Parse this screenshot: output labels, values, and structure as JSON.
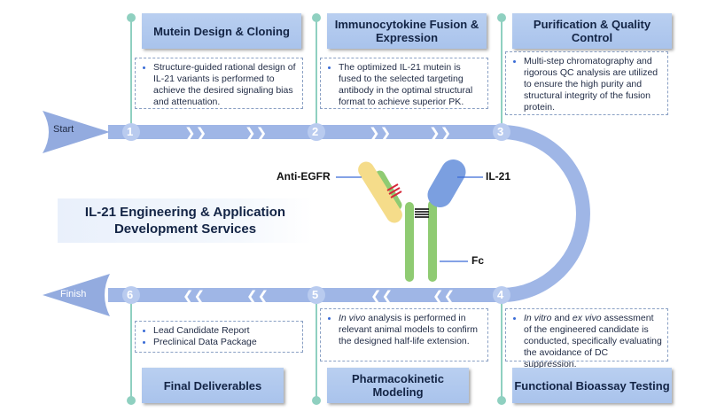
{
  "center_title": "IL-21 Engineering & Application Development Services",
  "start_label": "Start",
  "finish_label": "Finish",
  "labels": {
    "anti_egfr": "Anti-EGFR",
    "il21": "IL-21",
    "fc": "Fc"
  },
  "steps": [
    {
      "number": "1",
      "title": "Mutein Design & Cloning",
      "desc": "Structure-guided rational design of IL-21 variants is performed to achieve the desired signaling bias and attenuation."
    },
    {
      "number": "2",
      "title": "Immunocytokine Fusion & Expression",
      "desc": "The optimized IL-21 mutein is fused to the selected targeting antibody in the optimal structural format to achieve superior PK."
    },
    {
      "number": "3",
      "title": "Purification & Quality Control",
      "desc": "Multi-step chromatography and rigorous QC analysis are utilized to ensure the high purity and structural integrity of the fusion protein."
    },
    {
      "number": "4",
      "title": "Functional Bioassay Testing",
      "desc_italic1": "In vitro",
      "desc_mid1": " and ",
      "desc_italic2": "ex vivo",
      "desc_rest": " assessment of the engineered candidate is conducted, specifically evaluating the avoidance of DC suppression."
    },
    {
      "number": "5",
      "title": "Pharmacokinetic Modeling",
      "desc_italic1": "In vivo",
      "desc_rest": " analysis is performed in relevant animal models to confirm the designed half-life extension."
    },
    {
      "number": "6",
      "title": "Final Deliverables",
      "items": [
        "Lead Candidate Report",
        "Preclinical Data Package"
      ]
    }
  ],
  "colors": {
    "track": "#9fb6e6",
    "title_box": "#b3caef",
    "heavy_chain": "#8fcb72",
    "light_chain": "#f5dc8a",
    "il21": "#7b9fe0",
    "marker_dot": "#8fd0c0"
  }
}
